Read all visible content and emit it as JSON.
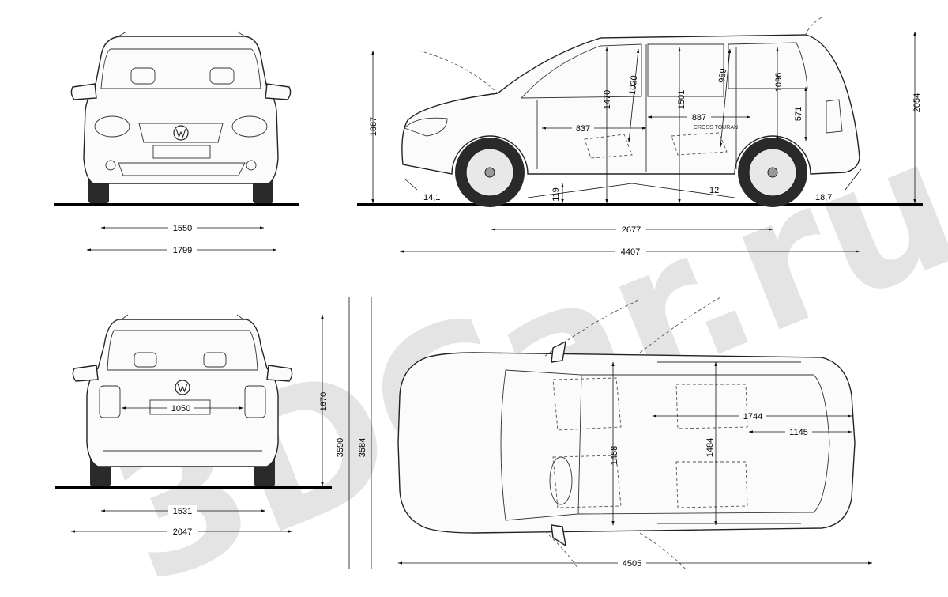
{
  "watermark": {
    "text": "3DCar.ru",
    "color": "#cfcfcf"
  },
  "colors": {
    "ink": "#222222",
    "ground": "#000000",
    "paper": "#ffffff"
  },
  "views": {
    "front": {
      "badge_icon": "vw-logo-icon",
      "dims": {
        "track": "1550",
        "width": "1799"
      }
    },
    "side": {
      "model_badge": "CROSS TOURAN",
      "dims": {
        "height": "1887",
        "height_rails": "2054",
        "wheelbase": "2677",
        "length": "4407",
        "approach_angle": "14,1",
        "departure_angle": "18,7",
        "ground_clearance": "119",
        "ramp_angle": "12",
        "front_legroom": "837",
        "rear_legroom": "887",
        "front_headroom": "1020",
        "interior_height": "1470",
        "interior_height_2": "1501",
        "second_row_headroom": "989",
        "third_row_headroom": "1096",
        "cargo_height": "571"
      }
    },
    "rear": {
      "badge_icon": "vw-logo-icon",
      "dims": {
        "plate_width": "1050",
        "track": "1531",
        "width_mirrors": "2047",
        "height": "1670"
      }
    },
    "top": {
      "dims": {
        "diagonal_1": "3590",
        "diagonal_2": "3584",
        "interior_length": "1744",
        "cargo_length": "1145",
        "front_width": "1458",
        "rear_width": "1484",
        "width_doors_open": "4505"
      }
    }
  }
}
